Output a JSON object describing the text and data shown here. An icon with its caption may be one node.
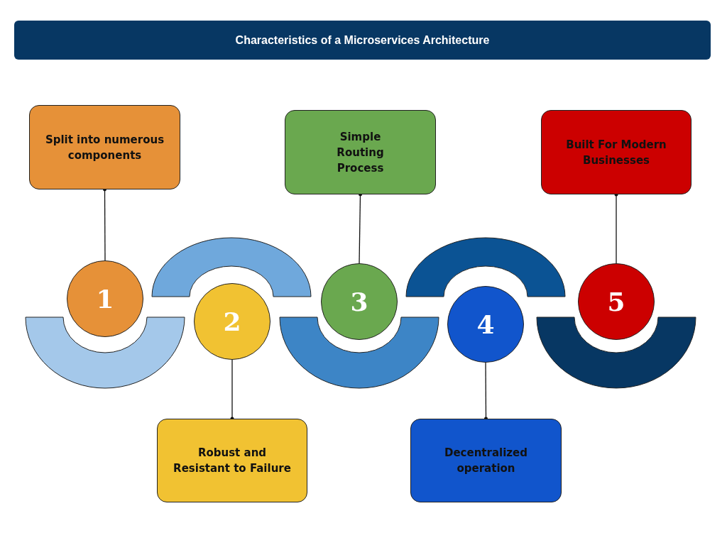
{
  "diagram": {
    "title": "Characteristics of a Microservices Architecture",
    "nodes": [
      {
        "text": [
          "Split into numerous components"
        ]
      },
      {
        "text": [
          "Robust and Resistant to Failure"
        ]
      },
      {
        "text": [
          "Simple Routing Process"
        ]
      },
      {
        "text": [
          "Decentralized operation"
        ]
      },
      {
        "text": [
          "Built For Modern Businesses"
        ]
      },
      {
        "text": [
          "1"
        ]
      },
      {
        "text": [
          "2"
        ]
      },
      {
        "text": [
          "3"
        ]
      },
      {
        "text": [
          "4"
        ]
      },
      {
        "text": [
          "5"
        ]
      }
    ],
    "edges": [
      {
        "from": 5,
        "to": 0,
        "arrow": "other"
      },
      {
        "from": 6,
        "to": 1,
        "arrow": "other"
      },
      {
        "from": 7,
        "to": 2,
        "arrow": "other"
      },
      {
        "from": 8,
        "to": 3,
        "arrow": "other"
      },
      {
        "from": 9,
        "to": 4,
        "arrow": "other"
      }
    ]
  }
}
